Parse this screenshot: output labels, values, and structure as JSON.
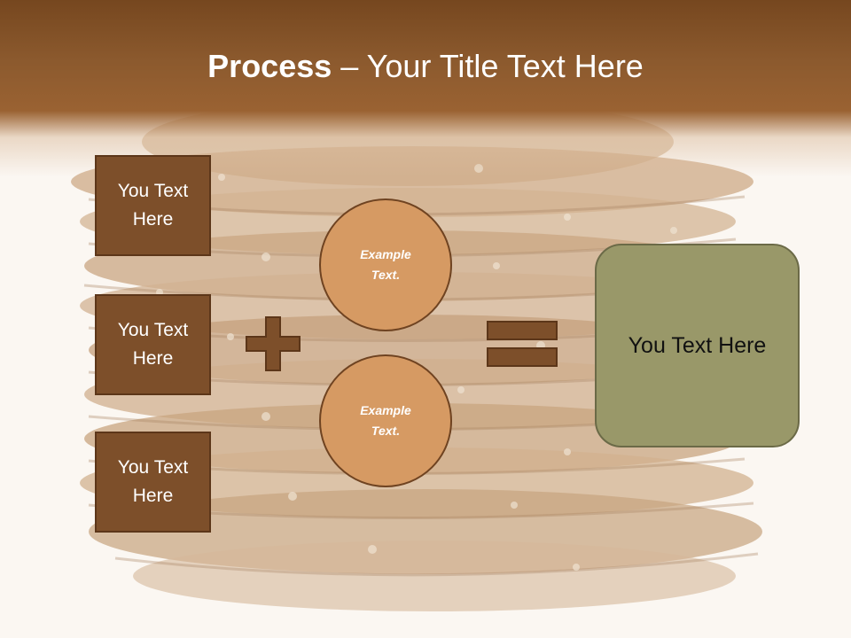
{
  "slide": {
    "title_bold": "Process",
    "title_rest": " – Your Title Text Here",
    "left_boxes": [
      {
        "label": "You Text Here"
      },
      {
        "label": "You Text Here"
      },
      {
        "label": "You Text Here"
      }
    ],
    "circles": [
      {
        "label": "Example Text."
      },
      {
        "label": "Example Text."
      }
    ],
    "result_label": "You Text Here"
  },
  "colors": {
    "header_brown": "#8c5a2e",
    "box_fill": "#7d4f2a",
    "circle_fill": "#d69a63",
    "result_fill": "#999869",
    "operator_fill": "#7d4f2a"
  },
  "icons": {
    "background": "cookie-stack-photo",
    "plus": "plus-icon",
    "equals": "equals-icon"
  }
}
